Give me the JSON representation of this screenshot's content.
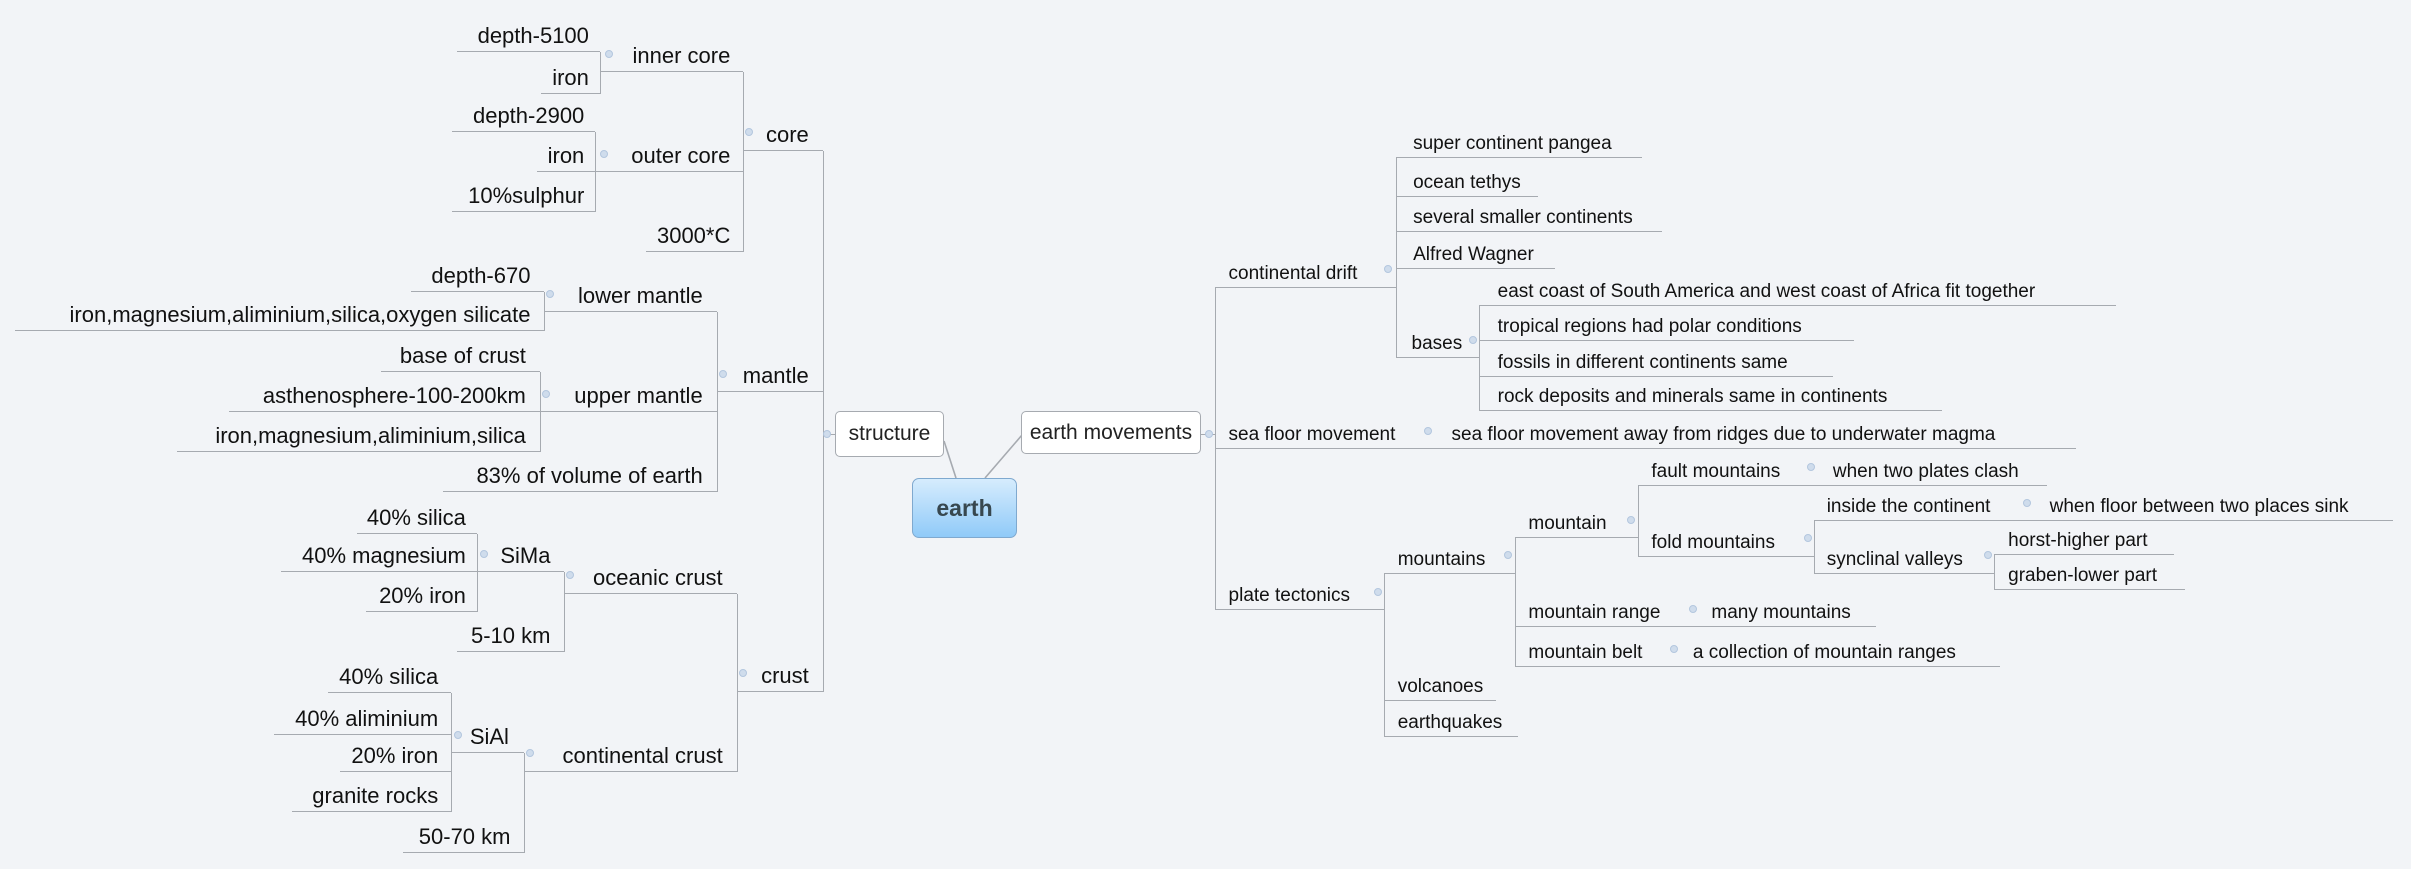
{
  "central": "earth",
  "structure": {
    "label": "structure",
    "core": {
      "label": "core",
      "inner_core": {
        "label": "inner core",
        "items": [
          "depth-5100",
          "iron"
        ]
      },
      "outer_core": {
        "label": "outer core",
        "items": [
          "depth-2900",
          "iron",
          "10%sulphur"
        ]
      },
      "temperature": "3000*C"
    },
    "mantle": {
      "label": "mantle",
      "lower_mantle": {
        "label": "lower mantle",
        "items": [
          "depth-670",
          "iron,magnesium,aliminium,silica,oxygen silicate"
        ]
      },
      "upper_mantle": {
        "label": "upper mantle",
        "items": [
          "base of crust",
          "asthenosphere-100-200km",
          "iron,magnesium,aliminium,silica"
        ]
      },
      "volume": "83% of volume of earth"
    },
    "crust": {
      "label": "crust",
      "oceanic_crust": {
        "label": "oceanic crust",
        "sima": {
          "label": "SiMa",
          "items": [
            "40% silica",
            "40% magnesium",
            "20% iron"
          ]
        },
        "thickness": "5-10 km"
      },
      "continental_crust": {
        "label": "continental crust",
        "sial": {
          "label": "SiAl",
          "items": [
            "40% silica",
            "40% aliminium",
            "20% iron",
            "granite rocks"
          ]
        },
        "thickness": "50-70 km"
      }
    }
  },
  "earth_movements": {
    "label": "earth movements",
    "continental_drift": {
      "label": "continental drift",
      "items": [
        "super continent pangea",
        "ocean tethys",
        "several smaller continents",
        "Alfred Wagner"
      ],
      "bases": {
        "label": "bases",
        "items": [
          "east coast of South America and west coast of Africa fit together",
          "tropical regions had polar conditions",
          "fossils in different continents same",
          "rock deposits and minerals same in continents"
        ]
      }
    },
    "sea_floor_movement": {
      "label": "sea floor movement",
      "detail": "sea floor movement away from ridges due to underwater magma"
    },
    "plate_tectonics": {
      "label": "plate tectonics",
      "mountains": {
        "label": "mountains",
        "mountain": {
          "label": "mountain",
          "fault_mountains": {
            "label": "fault mountains",
            "detail": "when two plates clash"
          },
          "fold_mountains": {
            "label": "fold mountains",
            "inside_continent": {
              "label": "inside the continent",
              "detail": "when floor between two places sink"
            },
            "synclinal_valleys": {
              "label": "synclinal valleys",
              "items": [
                "horst-higher part",
                "graben-lower part"
              ]
            }
          }
        },
        "mountain_range": {
          "label": "mountain range",
          "detail": "many mountains"
        },
        "mountain_belt": {
          "label": "mountain belt",
          "detail": "a collection of mountain ranges"
        }
      },
      "volcanoes": "volcanoes",
      "earthquakes": "earthquakes"
    }
  }
}
